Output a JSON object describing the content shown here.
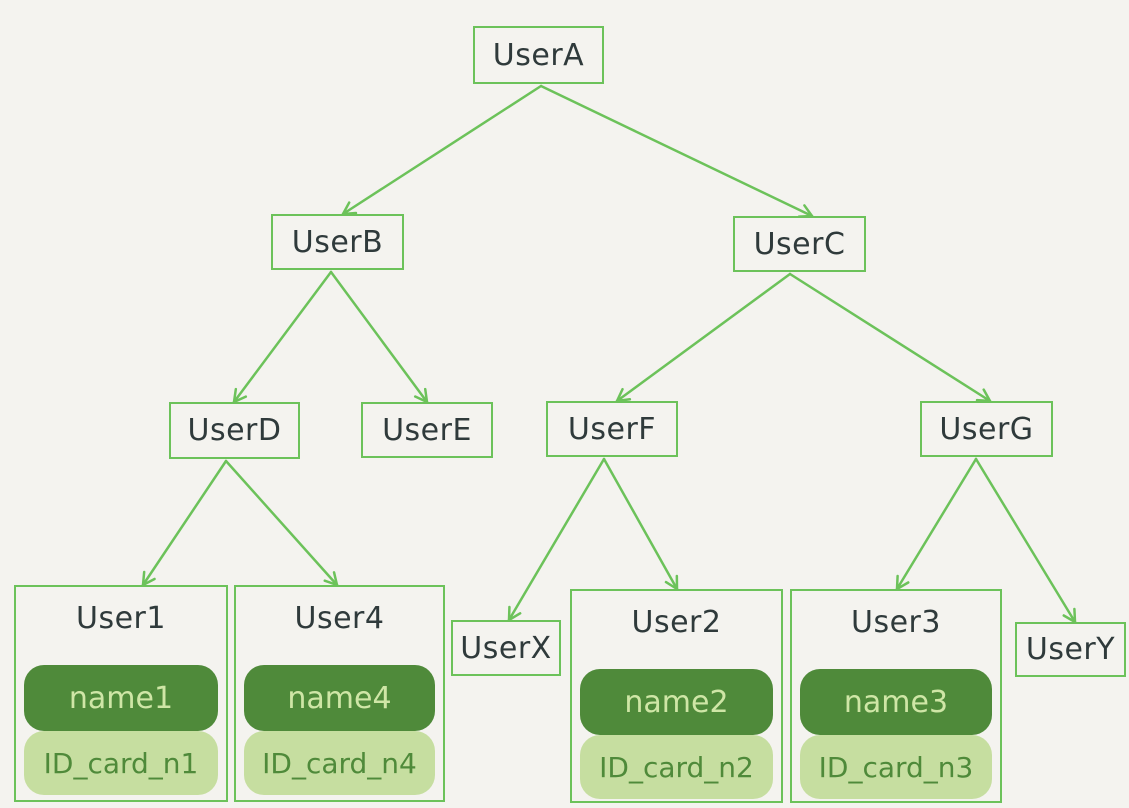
{
  "colors": {
    "background": "#f4f3ef",
    "edge": "#6cc25a",
    "node_border": "#6cc25a",
    "text": "#2f3a3b",
    "name_fill": "#4f8a3a",
    "name_text": "#cfe6a6",
    "id_fill": "#c6dea0",
    "id_text": "#4f8a3a"
  },
  "nodes": {
    "userA": "UserA",
    "userB": "UserB",
    "userC": "UserC",
    "userD": "UserD",
    "userE": "UserE",
    "userF": "UserF",
    "userG": "UserG",
    "userX": "UserX",
    "userY": "UserY"
  },
  "leaves": [
    {
      "title": "User1",
      "name": "name1",
      "id_card": "ID_card_n1"
    },
    {
      "title": "User4",
      "name": "name4",
      "id_card": "ID_card_n4"
    },
    {
      "title": "User2",
      "name": "name2",
      "id_card": "ID_card_n2"
    },
    {
      "title": "User3",
      "name": "name3",
      "id_card": "ID_card_n3"
    }
  ],
  "edges": [
    [
      "userA",
      "userB"
    ],
    [
      "userA",
      "userC"
    ],
    [
      "userB",
      "userD"
    ],
    [
      "userB",
      "userE"
    ],
    [
      "userC",
      "userF"
    ],
    [
      "userC",
      "userG"
    ],
    [
      "userD",
      "leaf0"
    ],
    [
      "userD",
      "leaf1"
    ],
    [
      "userF",
      "userX"
    ],
    [
      "userF",
      "leaf2"
    ],
    [
      "userG",
      "leaf3"
    ],
    [
      "userG",
      "userY"
    ]
  ]
}
